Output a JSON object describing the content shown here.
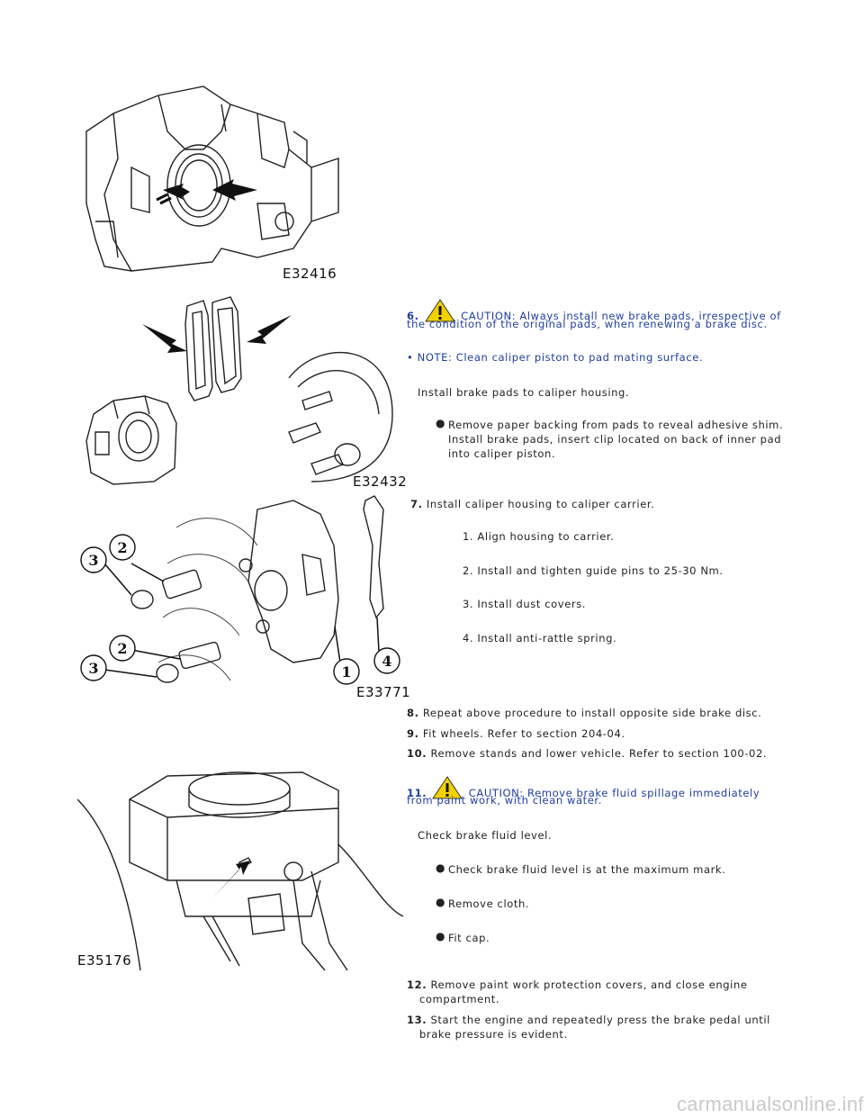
{
  "figures": [
    {
      "id": "E32416",
      "label": "E32416"
    },
    {
      "id": "E32432",
      "label": "E32432"
    },
    {
      "id": "E33771",
      "label": "E33771",
      "callouts": [
        "1",
        "2",
        "3",
        "4"
      ]
    },
    {
      "id": "E35176",
      "label": "E35176"
    }
  ],
  "step6": {
    "num": "6.",
    "caution_line1": "CAUTION: Always install new brake pads, irrespective of",
    "caution_line2": "the condition of the original pads, when renewing a brake disc.",
    "note": "• NOTE: Clean caliper piston to pad mating surface.",
    "action": "Install brake pads to caliper housing.",
    "bullet_line1": "Remove paper backing from pads to reveal adhesive shim.",
    "bullet_line2": "Install brake pads, insert clip located on back of inner pad",
    "bullet_line3": "into caliper piston."
  },
  "step7": {
    "num": "7.",
    "text": "Install caliper housing to caliper carrier.",
    "substeps": [
      "1. Align housing to carrier.",
      "2. Install and tighten guide pins to 25-30 Nm.",
      "3. Install dust covers.",
      "4. Install anti-rattle spring."
    ]
  },
  "step8": {
    "num": "8.",
    "text": "Repeat above procedure to install opposite side brake disc."
  },
  "step9": {
    "num": "9.",
    "text": "Fit wheels. Refer to section 204-04."
  },
  "step10": {
    "num": "10.",
    "text": "Remove stands and lower vehicle. Refer to section 100-02."
  },
  "step11": {
    "num": "11.",
    "caution_line1": "CAUTION: Remove brake fluid spillage immediately",
    "caution_line2": "from paint work, with clean water.",
    "action": "Check brake fluid level.",
    "bullets": [
      "Check brake fluid level is at the maximum mark.",
      "Remove cloth.",
      "Fit cap."
    ]
  },
  "step12": {
    "num": "12.",
    "line1": "Remove paint work protection covers, and close engine",
    "line2": "compartment."
  },
  "step13": {
    "num": "13.",
    "line1": "Start the engine and repeatedly press the brake pedal until",
    "line2": "brake pressure is evident."
  },
  "footer": "carmanualsonline.info",
  "colors": {
    "caution_text": "#1f3ea0",
    "body_text": "#222222",
    "warning_triangle": "#f2d100"
  }
}
